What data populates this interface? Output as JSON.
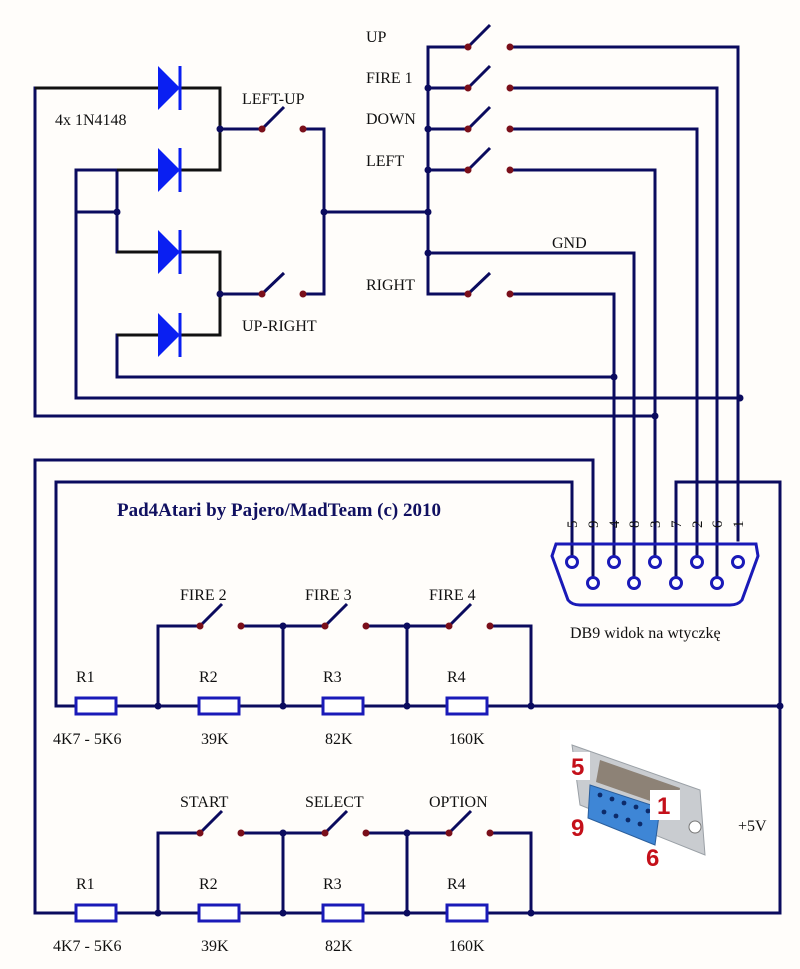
{
  "title": "Pad4Atari by Pajero/MadTeam (c) 2010",
  "diodes": {
    "label": "4x 1N4148",
    "count": 4
  },
  "diagonal_switches": [
    {
      "label": "LEFT-UP"
    },
    {
      "label": "UP-RIGHT"
    }
  ],
  "direction_switches": [
    {
      "label": "UP"
    },
    {
      "label": "FIRE 1"
    },
    {
      "label": "DOWN"
    },
    {
      "label": "LEFT"
    },
    {
      "label": "RIGHT"
    }
  ],
  "gnd_label": "GND",
  "vcc_label": "+5V",
  "db9": {
    "caption": "DB9 widok na wtyczkę",
    "pin_labels": [
      "5",
      "9",
      "4",
      "8",
      "3",
      "7",
      "2",
      "6",
      "1"
    ],
    "photo_labels": {
      "p5": "5",
      "p1": "1",
      "p9": "9",
      "p6": "6"
    }
  },
  "ladders": [
    {
      "switches": [
        "FIRE 2",
        "FIRE 3",
        "FIRE 4"
      ],
      "resistors": [
        {
          "name": "R1",
          "value": "4K7 - 5K6"
        },
        {
          "name": "R2",
          "value": "39K"
        },
        {
          "name": "R3",
          "value": "82K"
        },
        {
          "name": "R4",
          "value": "160K"
        }
      ]
    },
    {
      "switches": [
        "START",
        "SELECT",
        "OPTION"
      ],
      "resistors": [
        {
          "name": "R1",
          "value": "4K7 - 5K6"
        },
        {
          "name": "R2",
          "value": "39K"
        },
        {
          "name": "R3",
          "value": "82K"
        },
        {
          "name": "R4",
          "value": "160K"
        }
      ]
    }
  ],
  "colors": {
    "wire": "#0b0b5e",
    "diode": "#0a1ff2",
    "contact": "#7a0f1a",
    "resistor": "#1a1ab8",
    "pin_photo_label": "#c4101a"
  }
}
